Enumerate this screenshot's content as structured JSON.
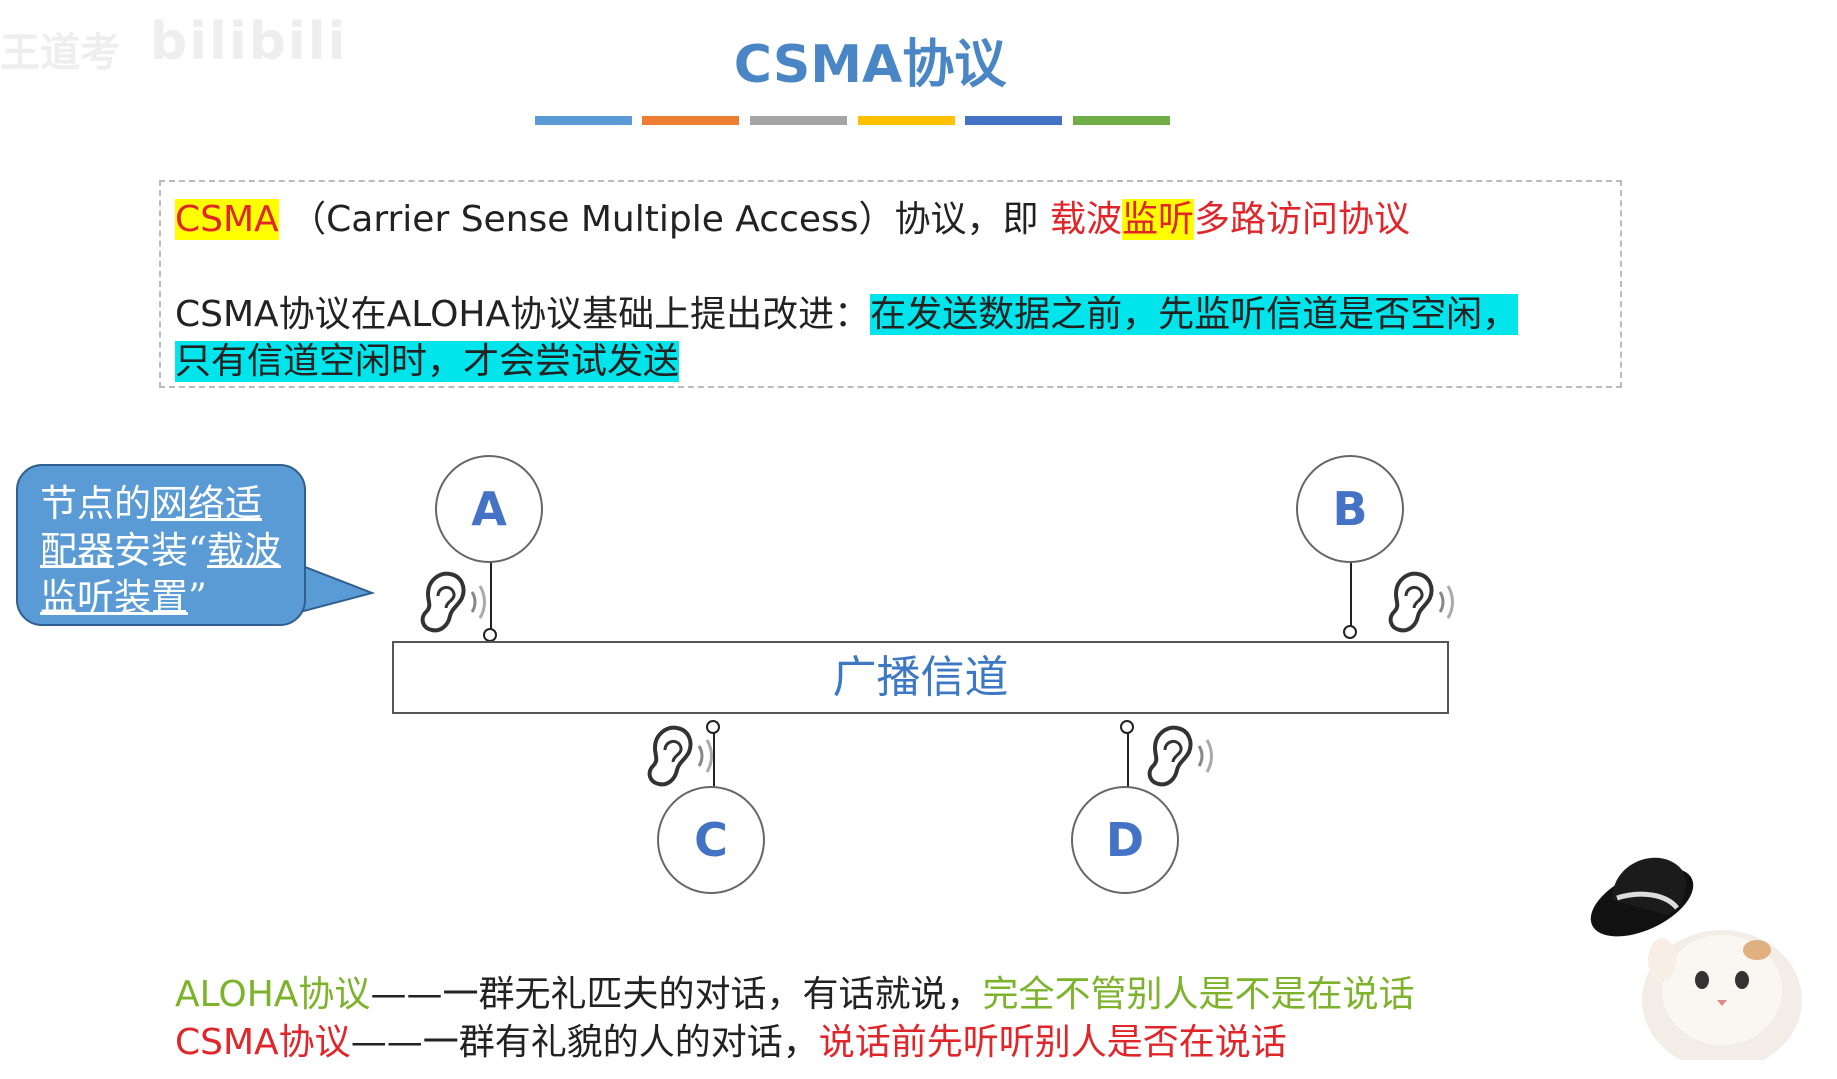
{
  "watermark": {
    "text": "bilibili",
    "prefix": "王道考"
  },
  "title": "CSMA协议",
  "color_bars": [
    "#5b9bd5",
    "#ed7d31",
    "#a5a5a5",
    "#ffc000",
    "#4472c4",
    "#70ad47"
  ],
  "definition": {
    "acronym": "CSMA",
    "full_name": "（Carrier Sense Multiple Access）协议，即 ",
    "cn_part1": "载波",
    "cn_part2": "监听",
    "cn_part3": "多路访问协议"
  },
  "improvement": {
    "lead": "CSMA协议在ALOHA协议基础上提出改进：",
    "highlight_line1": "在发送数据之前，先监听信道是否空闲，",
    "highlight_line2": "只有信道空闲时，才会尝试发送"
  },
  "callout": {
    "part1": "节点的",
    "part2": "网络适配器",
    "part3": "安装“",
    "part4": "载波监听装置",
    "part5": "”"
  },
  "diagram": {
    "channel_label": "广播信道",
    "nodes": [
      "A",
      "B",
      "C",
      "D"
    ]
  },
  "comparison": {
    "aloha_name": "ALOHA协议",
    "aloha_mid": "——一群无礼匹夫的对话，有话就说，",
    "aloha_tail": "完全不管别人是不是在说话",
    "csma_name": "CSMA协议",
    "csma_mid": "——一群有礼貌的人的对话，",
    "csma_tail": "说话前先听听别人是否在说话"
  },
  "icons": [
    "ear-icon",
    "cat-with-hat-image"
  ]
}
